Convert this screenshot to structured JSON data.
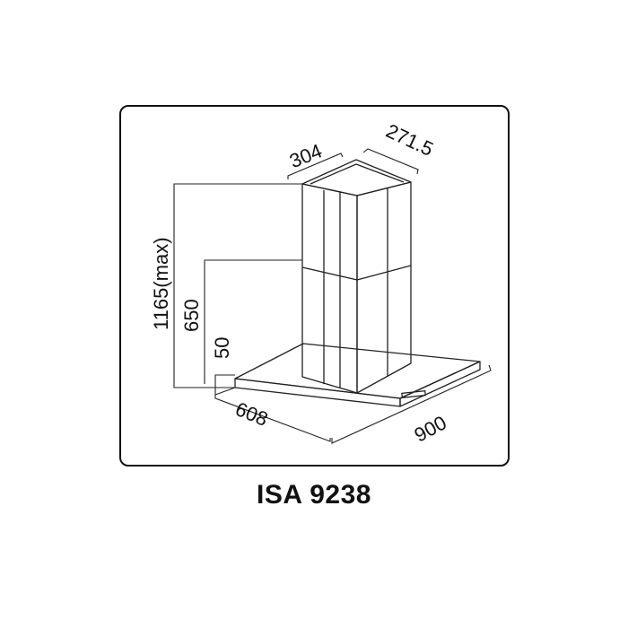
{
  "dimensions": {
    "chimney_width": "304",
    "chimney_depth": "271.5",
    "total_height": "1165(max)",
    "chimney_height": "650",
    "canopy_height": "50",
    "canopy_depth": "608",
    "canopy_width": "900"
  },
  "model": "ISA 9238"
}
